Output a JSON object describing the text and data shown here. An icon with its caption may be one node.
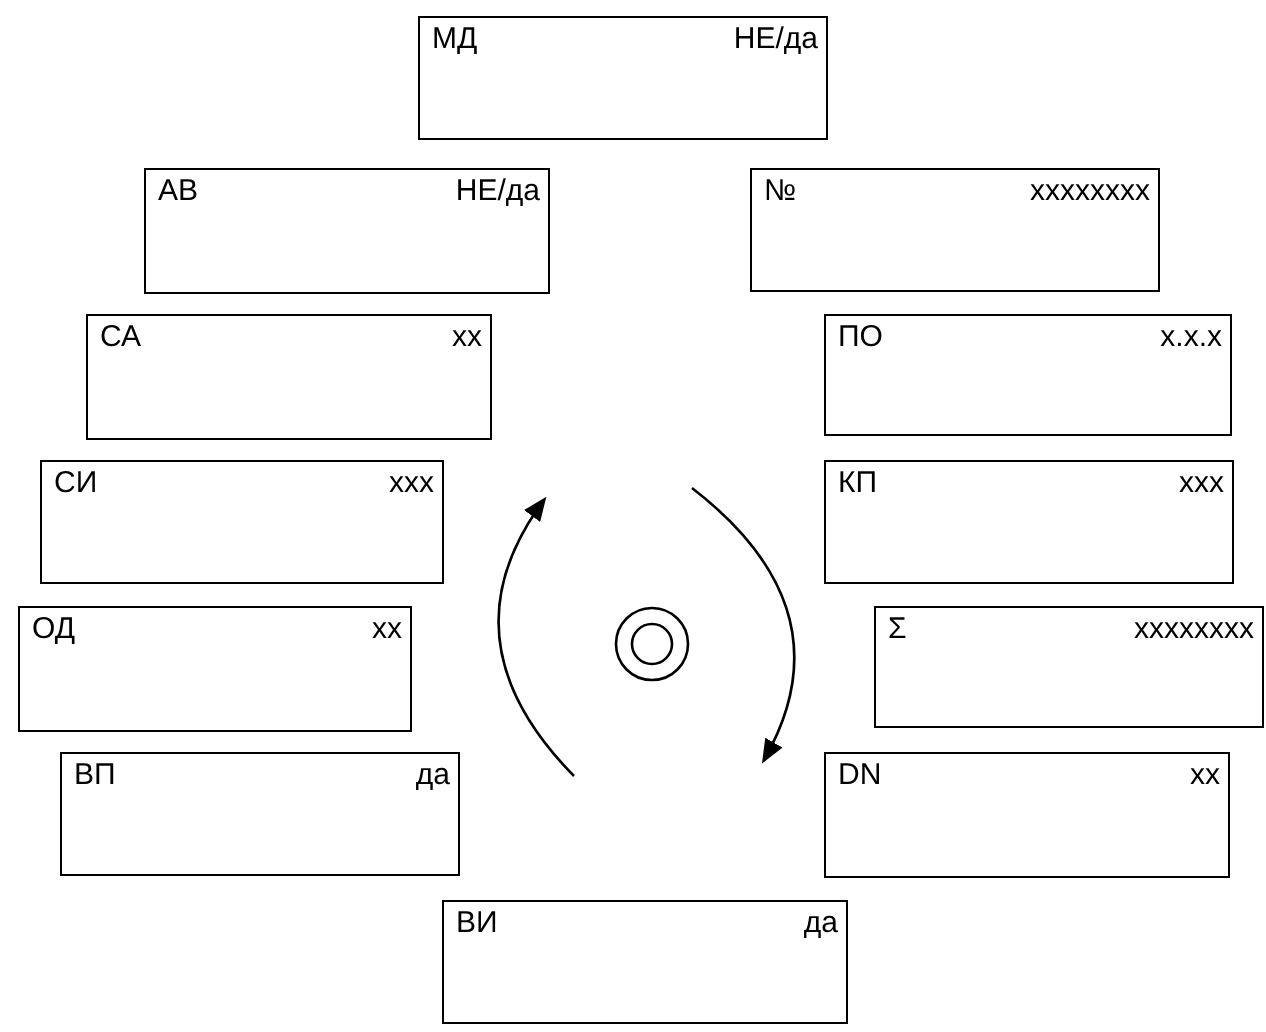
{
  "diagram": {
    "nodes": [
      {
        "text": [
          "МД",
          "НЕ/да"
        ]
      },
      {
        "text": [
          "АВ",
          "НЕ/да"
        ]
      },
      {
        "text": [
          "№",
          "xxxxxxxx"
        ]
      },
      {
        "text": [
          "СА",
          "xx"
        ]
      },
      {
        "text": [
          "ПО",
          "x.x.x"
        ]
      },
      {
        "text": [
          "СИ",
          "xxx"
        ]
      },
      {
        "text": [
          "КП",
          "xxx"
        ]
      },
      {
        "text": [
          "ОД",
          "xx"
        ]
      },
      {
        "text": [
          "Σ",
          "xxxxxxxx"
        ]
      },
      {
        "text": [
          "ВП",
          "да"
        ]
      },
      {
        "text": [
          "DN",
          "xx"
        ]
      },
      {
        "text": [
          "ВИ",
          "да"
        ]
      }
    ]
  }
}
